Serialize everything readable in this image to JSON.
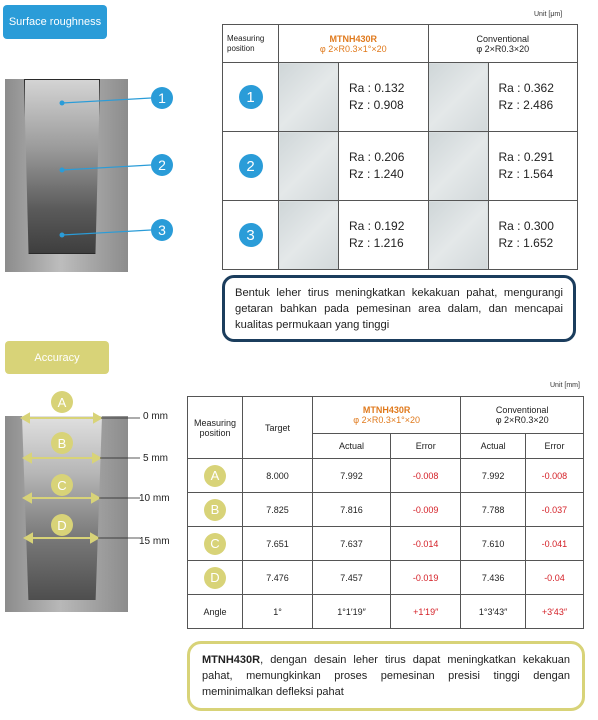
{
  "section1": {
    "tag": "Surface roughness",
    "unit": "Unit [μm]",
    "markers": [
      "1",
      "2",
      "3"
    ],
    "table": {
      "measuring_position": "Measuring position",
      "col_a_name": "MTNH430R",
      "col_a_spec": "φ 2×R0.3×1°×20",
      "col_b_name": "Conventional",
      "col_b_spec": "φ 2×R0.3×20",
      "rows": [
        {
          "pos": "1",
          "a_ra": "Ra : 0.132",
          "a_rz": "Rz : 0.908",
          "b_ra": "Ra : 0.362",
          "b_rz": "Rz : 2.486"
        },
        {
          "pos": "2",
          "a_ra": "Ra : 0.206",
          "a_rz": "Rz : 1.240",
          "b_ra": "Ra : 0.291",
          "b_rz": "Rz : 1.564"
        },
        {
          "pos": "3",
          "a_ra": "Ra : 0.192",
          "a_rz": "Rz : 1.216",
          "b_ra": "Ra : 0.300",
          "b_rz": "Rz : 1.652"
        }
      ]
    },
    "note": "Bentuk leher tirus meningkatkan kekakuan pahat, mengurangi getaran bahkan pada pemesinan area dalam, dan mencapai kualitas permukaan yang tinggi"
  },
  "section2": {
    "tag": "Accuracy",
    "unit": "Unit [mm]",
    "letters": [
      "A",
      "B",
      "C",
      "D"
    ],
    "mm_labels": [
      "0 mm",
      "5 mm",
      "10 mm",
      "15 mm"
    ],
    "table": {
      "measuring_position": "Measuring position",
      "target": "Target",
      "col_a_name": "MTNH430R",
      "col_a_spec": "φ 2×R0.3×1°×20",
      "col_b_name": "Conventional",
      "col_b_spec": "φ 2×R0.3×20",
      "actual": "Actual",
      "error": "Error",
      "rows": [
        {
          "pos": "A",
          "target": "8.000",
          "a_actual": "7.992",
          "a_error": "-0.008",
          "b_actual": "7.992",
          "b_error": "-0.008"
        },
        {
          "pos": "B",
          "target": "7.825",
          "a_actual": "7.816",
          "a_error": "-0.009",
          "b_actual": "7.788",
          "b_error": "-0.037"
        },
        {
          "pos": "C",
          "target": "7.651",
          "a_actual": "7.637",
          "a_error": "-0.014",
          "b_actual": "7.610",
          "b_error": "-0.041"
        },
        {
          "pos": "D",
          "target": "7.476",
          "a_actual": "7.457",
          "a_error": "-0.019",
          "b_actual": "7.436",
          "b_error": "-0.04"
        }
      ],
      "angle_row": {
        "label": "Angle",
        "target": "1°",
        "a_actual": "1°1′19″",
        "a_error": "+1′19″",
        "b_actual": "1°3′43″",
        "b_error": "+3′43″"
      }
    },
    "note_bold": "MTNH430R",
    "note_rest": ", dengan desain leher tirus dapat meningkatkan kekakuan pahat, memungkinkan proses pemesinan presisi tinggi dengan meminimalkan defleksi pahat"
  },
  "colors": {
    "blue": "#2a9cd8",
    "yellow": "#d8d378",
    "orange": "#e07a1d",
    "red": "#d41f26",
    "navy": "#1b3d5d"
  }
}
